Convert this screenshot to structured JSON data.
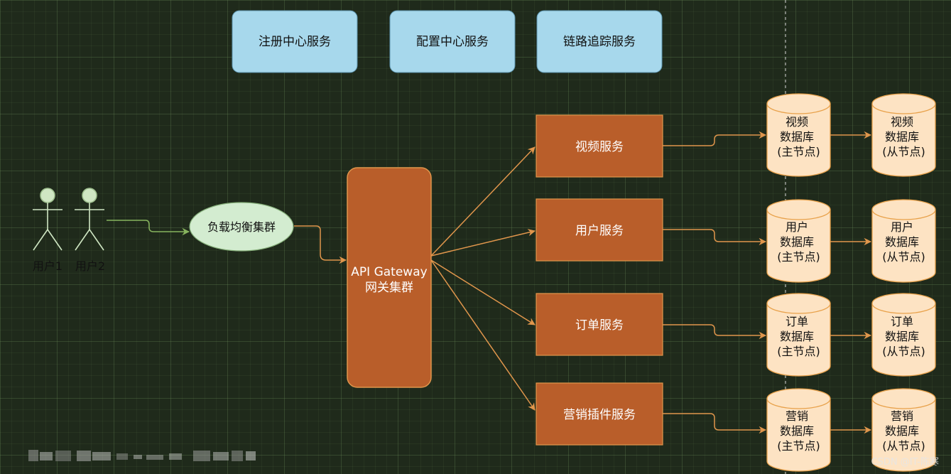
{
  "colors": {
    "infra_fill": "#a7d8ec",
    "service_fill": "#b95e2a",
    "db_fill": "#fde3c3",
    "db_stroke": "#e8a14a",
    "edge_orange": "#e0964c",
    "edge_green": "#87b45e",
    "lb_fill": "#d3ecd0",
    "actor": "#cfe6c3"
  },
  "infra": [
    {
      "label": "注册中心服务"
    },
    {
      "label": "配置中心服务"
    },
    {
      "label": "链路追踪服务"
    }
  ],
  "users": [
    {
      "label": "用户1"
    },
    {
      "label": "用户2"
    }
  ],
  "load_balancer": {
    "label": "负载均衡集群"
  },
  "gateway": {
    "line1": "API Gateway",
    "line2": "网关集群"
  },
  "services": [
    {
      "label": "视频服务"
    },
    {
      "label": "用户服务"
    },
    {
      "label": "订单服务"
    },
    {
      "label": "营销插件服务"
    }
  ],
  "databases": [
    {
      "master": [
        "视频",
        "数据库",
        "(主节点)"
      ],
      "slave": [
        "视频",
        "数据库",
        "(从节点)"
      ]
    },
    {
      "master": [
        "用户",
        "数据库",
        "(主节点)"
      ],
      "slave": [
        "用户",
        "数据库",
        "(从节点)"
      ]
    },
    {
      "master": [
        "订单",
        "数据库",
        "(主节点)"
      ],
      "slave": [
        "订单",
        "数据库",
        "(从节点)"
      ]
    },
    {
      "master": [
        "营销",
        "数据库",
        "(主节点)"
      ],
      "slave": [
        "营销",
        "数据库",
        "(从节点)"
      ]
    }
  ],
  "watermark": "CSDN @IT-陈寒"
}
